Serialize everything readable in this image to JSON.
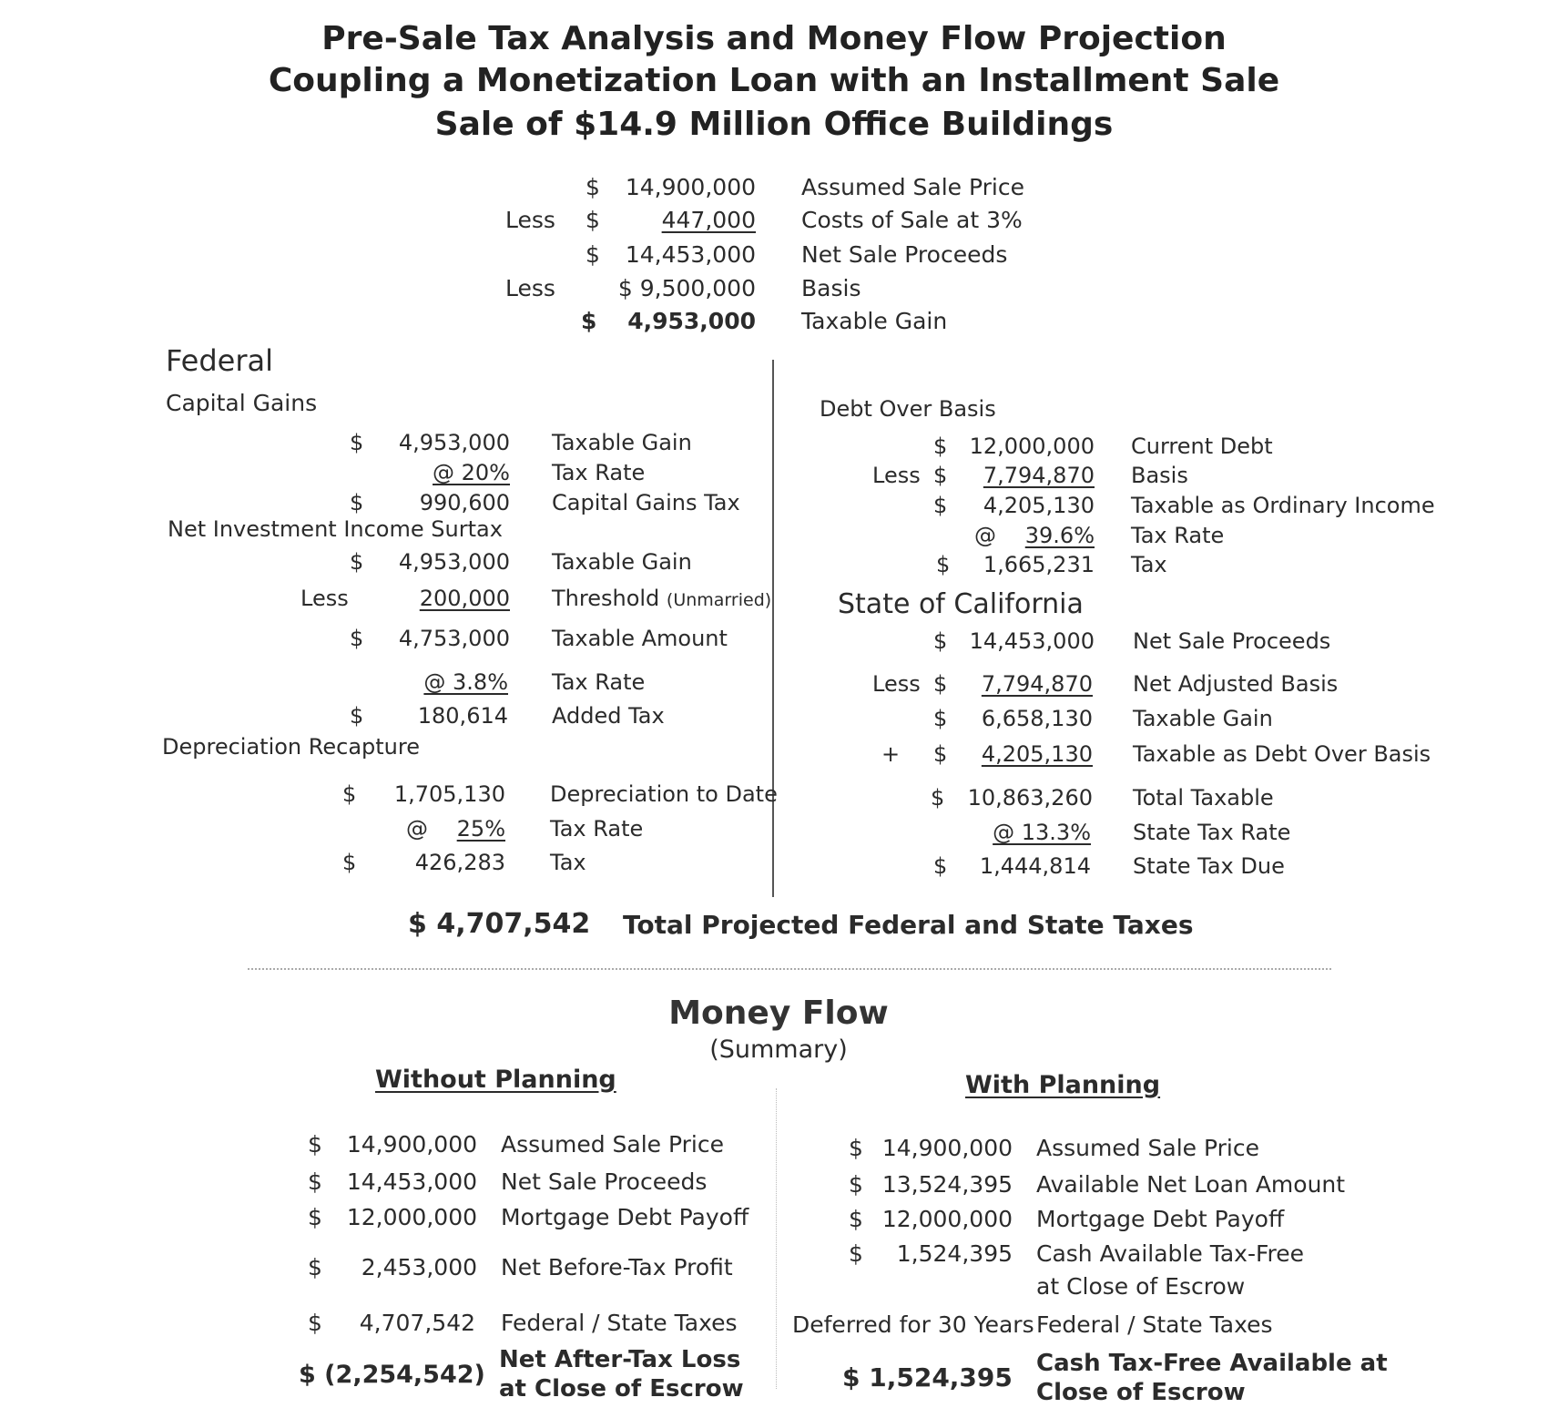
{
  "title": {
    "line1": "Pre-Sale Tax Analysis and Money Flow Projection",
    "line2": "Coupling a Monetization Loan with an Installment Sale",
    "line3": "Sale of $14.9 Million Office Buildings"
  },
  "summary": {
    "rows": [
      {
        "prefix": "",
        "sign": "$",
        "amount": "14,900,000",
        "label": "Assumed Sale Price"
      },
      {
        "prefix": "Less",
        "sign": "$",
        "amount": "447,000",
        "label": "Costs of Sale at 3%"
      },
      {
        "prefix": "",
        "sign": "$",
        "amount": "14,453,000",
        "label": "Net Sale Proceeds"
      },
      {
        "prefix": "Less",
        "sign": "",
        "amount": "$ 9,500,000",
        "label": "Basis"
      },
      {
        "prefix": "",
        "sign": "$",
        "amount": "4,953,000",
        "label": "Taxable Gain"
      }
    ]
  },
  "federal": {
    "heading": "Federal",
    "capital_gains": {
      "heading": "Capital Gains",
      "rows": [
        {
          "sign": "$",
          "amount": "4,953,000",
          "label": "Taxable Gain"
        },
        {
          "sign": "",
          "amount": "@   20%",
          "label": "Tax Rate"
        },
        {
          "sign": "$",
          "amount": "990,600",
          "label": "Capital Gains Tax"
        }
      ]
    },
    "niit": {
      "heading": "Net Investment Income Surtax",
      "rows": [
        {
          "prefix": "",
          "sign": "$",
          "amount": "4,953,000",
          "label": "Taxable Gain",
          "note": ""
        },
        {
          "prefix": "Less",
          "sign": "",
          "amount": "200,000",
          "label": "Threshold",
          "note": "(Unmarried)"
        },
        {
          "prefix": "",
          "sign": "$",
          "amount": "4,753,000",
          "label": "Taxable Amount",
          "note": ""
        },
        {
          "prefix": "",
          "sign": "",
          "amount": "@  3.8%",
          "label": "Tax Rate",
          "note": ""
        },
        {
          "prefix": "",
          "sign": "$",
          "amount": "180,614",
          "label": "Added Tax",
          "note": ""
        }
      ]
    },
    "depreciation": {
      "heading": "Depreciation Recapture",
      "rows": [
        {
          "sign": "$",
          "amount": "1,705,130",
          "label": "Depreciation to Date"
        },
        {
          "sign": "@",
          "amount": "25%",
          "label": "Tax Rate"
        },
        {
          "sign": "$",
          "amount": "426,283",
          "label": "Tax"
        }
      ]
    }
  },
  "debt_over_basis": {
    "heading": "Debt Over Basis",
    "rows": [
      {
        "prefix": "",
        "sign": "$",
        "amount": "12,000,000",
        "label": "Current Debt"
      },
      {
        "prefix": "Less",
        "sign": "$",
        "amount": "7,794,870",
        "label": "Basis"
      },
      {
        "prefix": "",
        "sign": "$",
        "amount": "4,205,130",
        "label": "Taxable as Ordinary Income"
      },
      {
        "prefix": "",
        "sign": "@",
        "amount": "39.6%",
        "label": "Tax Rate"
      },
      {
        "prefix": "",
        "sign": "$",
        "amount": "1,665,231",
        "label": "Tax"
      }
    ]
  },
  "california": {
    "heading": "State of California",
    "rows": [
      {
        "prefix": "",
        "sign": "$",
        "amount": "14,453,000",
        "label": "Net Sale Proceeds"
      },
      {
        "prefix": "Less",
        "sign": "$",
        "amount": "7,794,870",
        "label": "Net Adjusted Basis"
      },
      {
        "prefix": "",
        "sign": "$",
        "amount": "6,658,130",
        "label": "Taxable Gain"
      },
      {
        "prefix": "+",
        "sign": "$",
        "amount": "4,205,130",
        "label": "Taxable as Debt Over Basis"
      },
      {
        "prefix": "",
        "sign": "$",
        "amount": "10,863,260",
        "label": "Total Taxable"
      },
      {
        "prefix": "",
        "sign": "",
        "amount": "@ 13.3%",
        "label": "State Tax Rate"
      },
      {
        "prefix": "",
        "sign": "$",
        "amount": "1,444,814",
        "label": "State Tax Due"
      }
    ]
  },
  "total": {
    "amount": "$ 4,707,542",
    "label": "Total Projected Federal and State Taxes"
  },
  "money_flow": {
    "heading": "Money Flow",
    "subheading": "(Summary)",
    "without": {
      "heading": "Without Planning",
      "rows": [
        {
          "sign": "$",
          "amount": "14,900,000",
          "label": "Assumed Sale Price"
        },
        {
          "sign": "$",
          "amount": "14,453,000",
          "label": "Net Sale Proceeds"
        },
        {
          "sign": "$",
          "amount": "12,000,000",
          "label": "Mortgage Debt Payoff"
        },
        {
          "sign": "$",
          "amount": "2,453,000",
          "label": "Net Before-Tax Profit"
        },
        {
          "sign": "$",
          "amount": "4,707,542",
          "label": "Federal / State Taxes"
        }
      ],
      "final_amount": "$ (2,254,542)",
      "final_label_1": "Net After-Tax Loss",
      "final_label_2": "at Close of Escrow"
    },
    "with": {
      "heading": "With Planning",
      "rows": [
        {
          "sign": "$",
          "amount": "14,900,000",
          "label": "Assumed Sale Price"
        },
        {
          "sign": "$",
          "amount": "13,524,395",
          "label": "Available Net Loan Amount"
        },
        {
          "sign": "$",
          "amount": "12,000,000",
          "label": "Mortgage Debt Payoff"
        },
        {
          "sign": "$",
          "amount": "1,524,395",
          "label": "Cash Available Tax-Free"
        }
      ],
      "cash_label_2": "at Close of Escrow",
      "deferred_amount": "Deferred for 30 Years",
      "deferred_label": "Federal / State Taxes",
      "final_amount": "$  1,524,395",
      "final_label_1": "Cash Tax-Free Available at",
      "final_label_2": "Close of Escrow"
    }
  }
}
